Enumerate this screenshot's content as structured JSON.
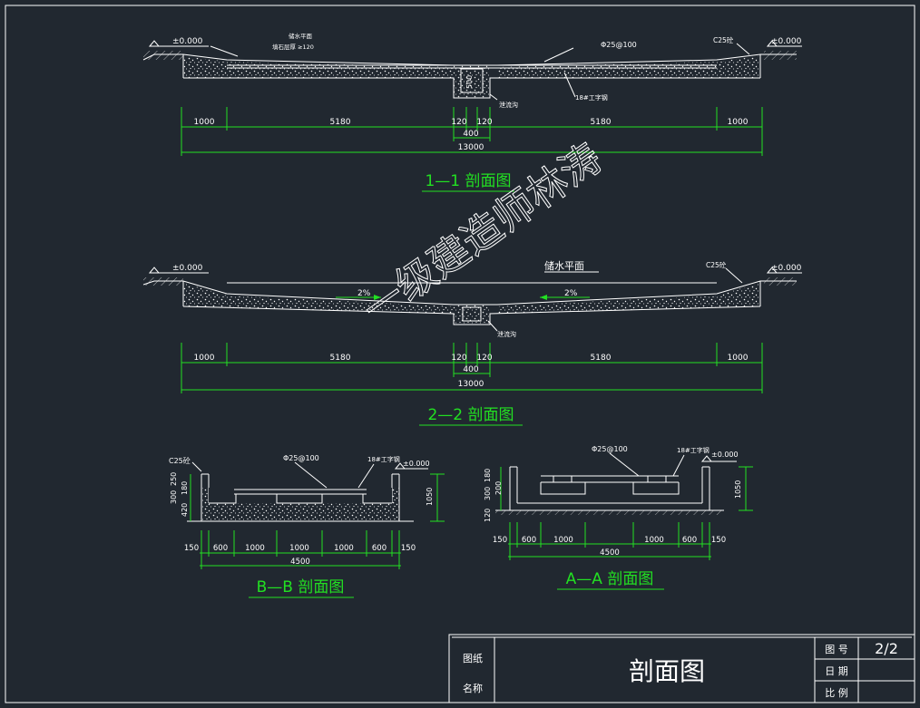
{
  "colors": {
    "background": "#212830",
    "line": "#ffffff",
    "dimension": "#22e022",
    "title": "#22e022"
  },
  "section_1_1": {
    "title": "1—1 剖面图",
    "level_left": "±0.000",
    "level_right": "±0.000",
    "note_top_1": "储水平面",
    "note_top_2": "填石层厚 ≥120",
    "rebar": "Φ25@100",
    "concrete": "C25砼",
    "channel_depth": "500",
    "steel": "18#工字钢",
    "drain": "泄流沟",
    "dims": [
      "1000",
      "5180",
      "120",
      "120",
      "5180",
      "1000"
    ],
    "dim_mid": "400",
    "dim_total": "13000"
  },
  "section_2_2": {
    "title": "2—2 剖面图",
    "level_left": "±0.000",
    "level_right": "±0.000",
    "water_level": "储水平面",
    "concrete": "C25砼",
    "slope_left": "2%",
    "slope_right": "2%",
    "drain": "泄流沟",
    "dims": [
      "1000",
      "5180",
      "120",
      "120",
      "5180",
      "1000"
    ],
    "dim_mid": "400",
    "dim_total": "13000"
  },
  "section_b_b": {
    "title": "B—B 剖面图",
    "concrete": "C25砼",
    "rebar": "Φ25@100",
    "steel": "18#工字钢",
    "level": "±0.000",
    "left_dims": [
      "250",
      "300",
      "180",
      "420"
    ],
    "height": "1050",
    "dims": [
      "150",
      "600",
      "1000",
      "1000",
      "1000",
      "600",
      "150"
    ],
    "dim_total": "4500"
  },
  "section_a_a": {
    "title": "A—A 剖面图",
    "rebar": "Φ25@100",
    "steel": "18#工字钢",
    "level": "±0.000",
    "left_dims": [
      "180",
      "300",
      "200",
      "120"
    ],
    "height": "1050",
    "dims": [
      "150",
      "600",
      "1000",
      "1000",
      "600",
      "150"
    ],
    "dim_total": "4500"
  },
  "watermark": "一级建造师林涛",
  "title_block": {
    "label_drawing": "图纸",
    "label_name": "名称",
    "drawing_name": "剖面图",
    "label_sheet": "图 号",
    "sheet_value": "2/2",
    "label_date": "日 期",
    "label_scale": "比 例"
  }
}
